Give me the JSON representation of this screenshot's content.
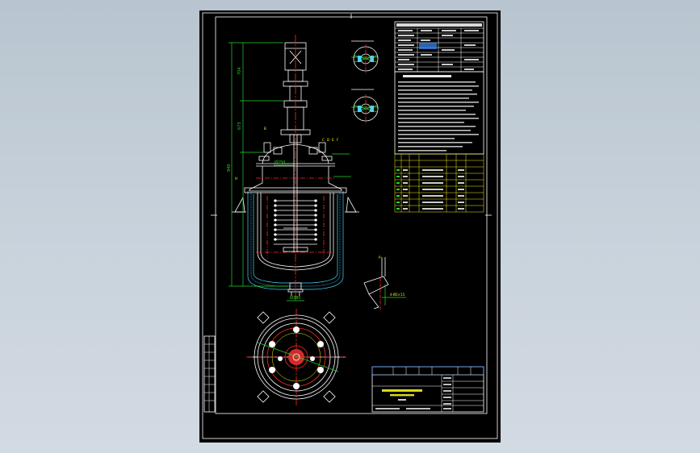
{
  "drawing": {
    "title_block_lines": [
      "",
      "",
      ""
    ],
    "dimension_labels": [
      "704",
      "673",
      "940",
      "Ø280",
      "Ø250",
      "B",
      "C",
      "D",
      "E",
      "F",
      "H"
    ],
    "detail_labels": [
      "P",
      "4-Ø2×15"
    ]
  },
  "colors": {
    "background": "#c9d3dc",
    "sheet": "#000000",
    "outline": "#ffffff",
    "centerline": "#ff2a2a",
    "dimension": "#27d627",
    "jacket": "#46d6ff",
    "table_lines": "#f2f21a"
  }
}
